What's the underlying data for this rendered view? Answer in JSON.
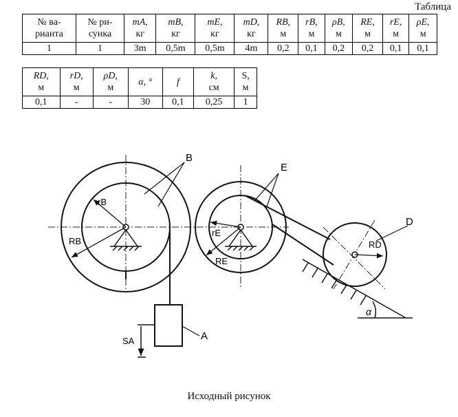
{
  "table_title": "Таблица",
  "table1": {
    "headers": [
      {
        "a": "№ ва-",
        "b": "рианта",
        "italic": false
      },
      {
        "a": "№ ри-",
        "b": "сунка",
        "italic": false
      },
      {
        "a": "mA,",
        "b": "кг",
        "italic": true
      },
      {
        "a": "mB,",
        "b": "кг",
        "italic": true
      },
      {
        "a": "mE,",
        "b": "кг",
        "italic": true
      },
      {
        "a": "mD,",
        "b": "кг",
        "italic": true
      },
      {
        "a": "RB,",
        "b": "м",
        "italic": true
      },
      {
        "a": "rB,",
        "b": "м",
        "italic": true
      },
      {
        "a": "ρB,",
        "b": "м",
        "italic": true
      },
      {
        "a": "RE,",
        "b": "м",
        "italic": true
      },
      {
        "a": "rE,",
        "b": "м",
        "italic": true
      },
      {
        "a": "ρE,",
        "b": "м",
        "italic": true
      }
    ],
    "values": [
      "1",
      "1",
      "3m",
      "0,5m",
      "0,5m",
      "4m",
      "0,2",
      "0,1",
      "0,2",
      "0,2",
      "0,1",
      "0,1"
    ]
  },
  "table2": {
    "headers": [
      {
        "a": "RD,",
        "b": "м",
        "italic": true
      },
      {
        "a": "rD,",
        "b": "м",
        "italic": true
      },
      {
        "a": "ρD,",
        "b": "м",
        "italic": true
      },
      {
        "a": "α, °",
        "b": "",
        "italic": true
      },
      {
        "a": "f",
        "b": "",
        "italic": true
      },
      {
        "a": "k,",
        "b": "см",
        "italic": true
      },
      {
        "a": "S,",
        "b": "м",
        "italic": false
      }
    ],
    "values": [
      "0,1",
      "-",
      "-",
      "30",
      "0,1",
      "0,25",
      "1"
    ]
  },
  "figure": {
    "labels": {
      "B": "B",
      "E": "E",
      "D": "D",
      "A": "A",
      "rB": "rB",
      "RB": "RB",
      "rE": "rE",
      "RE": "RE",
      "RD": "RD",
      "SA": "SA",
      "alpha": "α"
    }
  },
  "caption": "Исходный рисунок"
}
